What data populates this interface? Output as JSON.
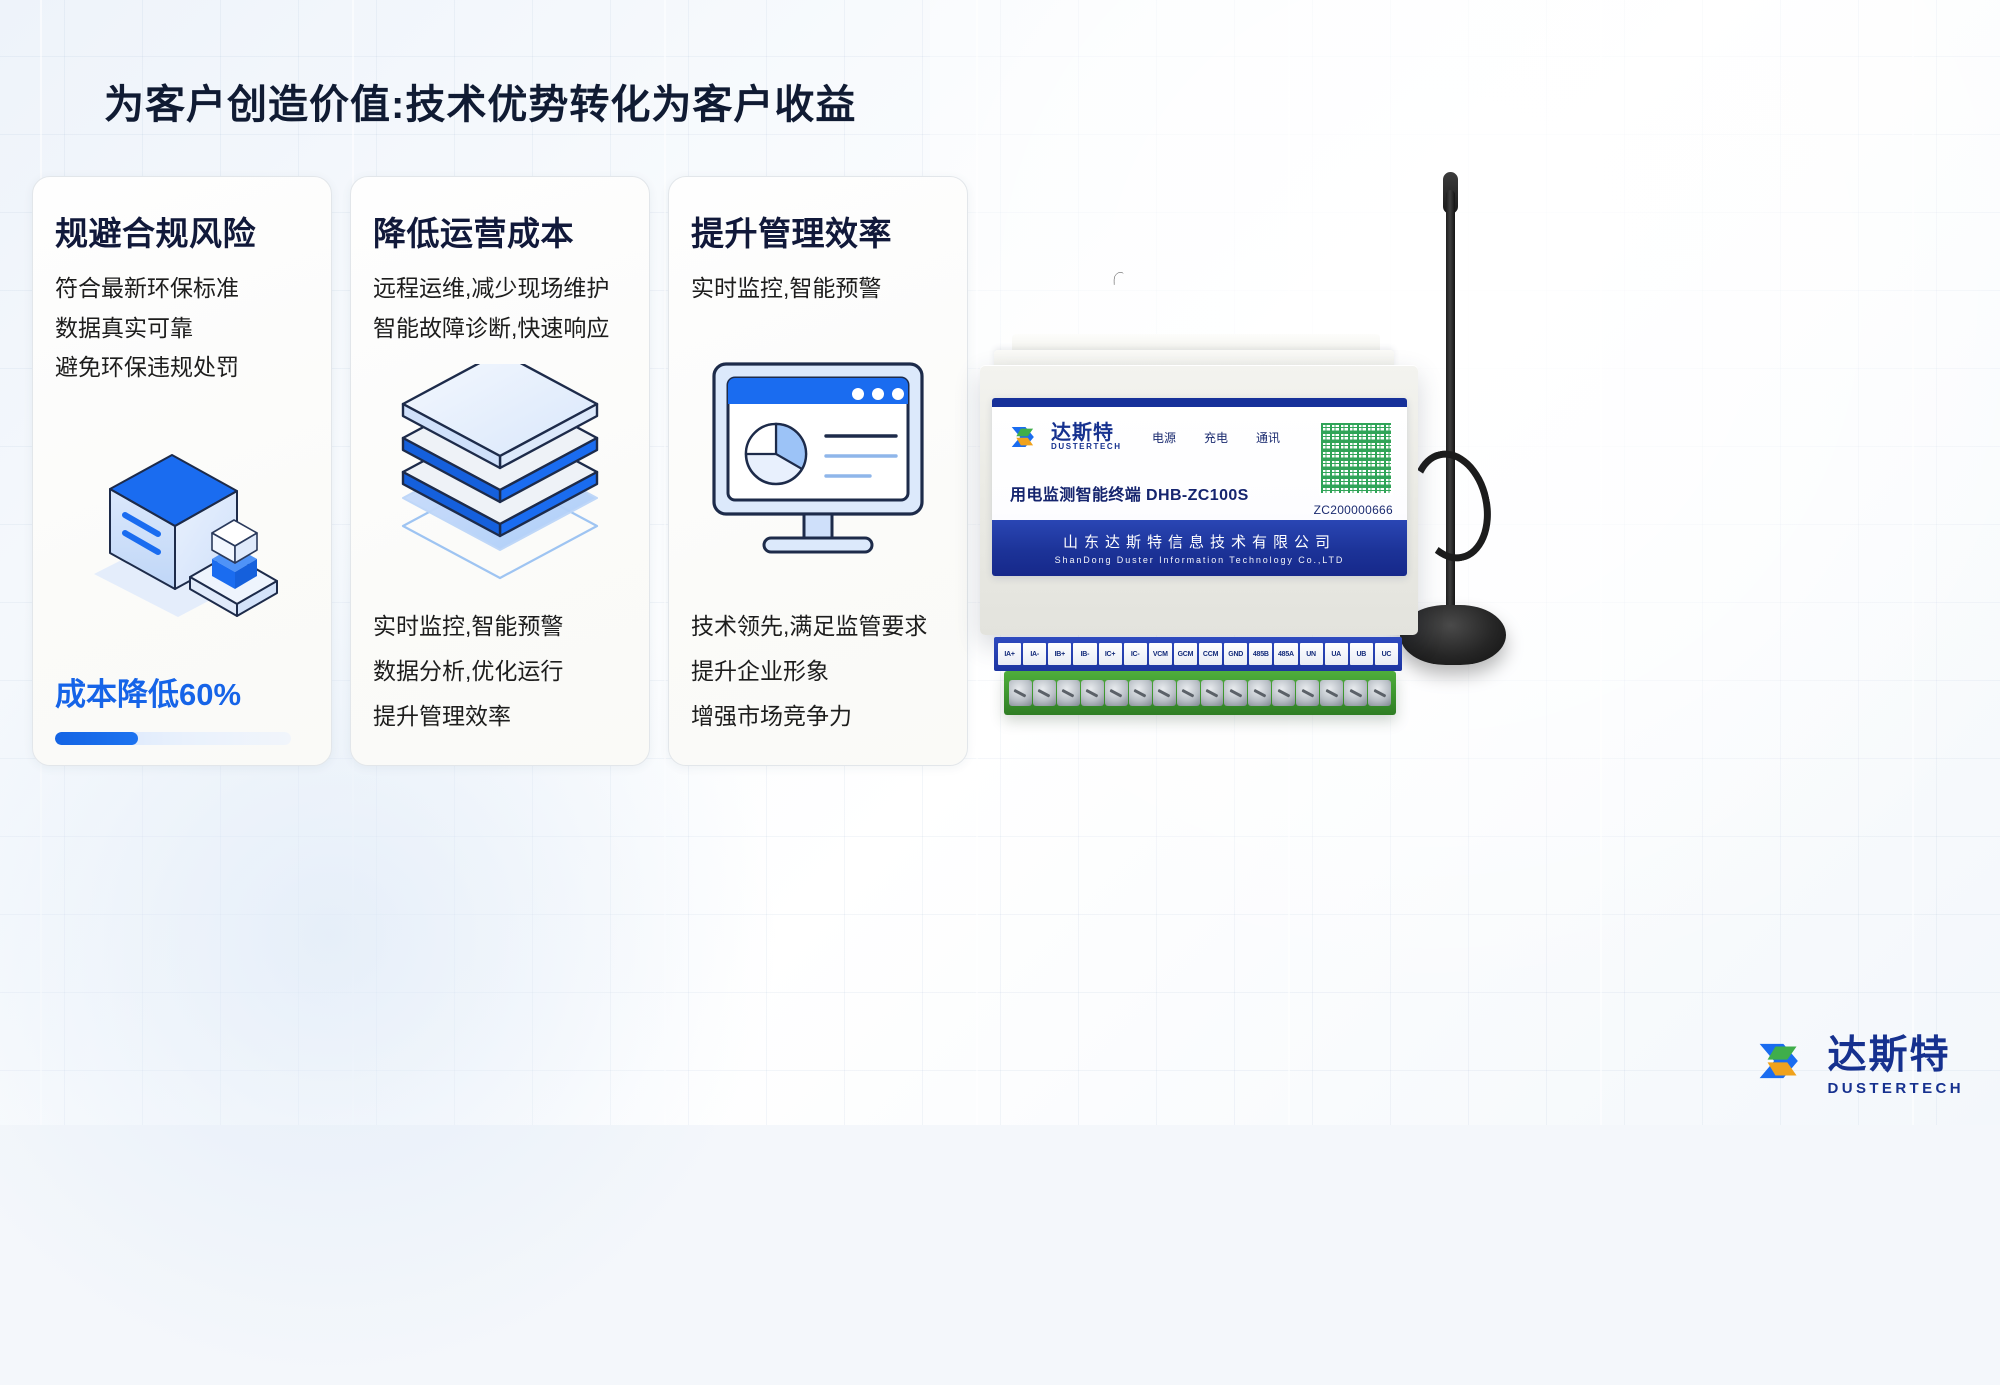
{
  "title": "为客户创造价值:技术优势转化为客户收益",
  "cards": [
    {
      "title": "规避合规风险",
      "bullets": [
        "符合最新环保标准",
        " 数据真实可靠",
        "避免环保违规处罚"
      ],
      "illustration": "server-cube-isometric-icon",
      "metric_label": "成本降低60%",
      "metric_percent": 35,
      "bullets_bottom": []
    },
    {
      "title": "降低运营成本",
      "bullets": [
        "远程运维,减少现场维护",
        "智能故障诊断,快速响应"
      ],
      "illustration": "stacked-layers-isometric-icon",
      "bullets_bottom": [
        "实时监控,智能预警",
        "数据分析,优化运行",
        "提升管理效率"
      ]
    },
    {
      "title": "提升管理效率",
      "bullets": [
        "实时监控,智能预警"
      ],
      "illustration": "monitor-dashboard-icon",
      "bullets_bottom": [
        "技术领先,满足监管要求",
        "提升企业形象",
        "增强市场竞争力"
      ]
    }
  ],
  "device": {
    "brand_cn": "达斯特",
    "brand_en": "DUSTERTECH",
    "leds": [
      "电源",
      "充电",
      "通讯"
    ],
    "model": "用电监测智能终端 DHB-ZC100S",
    "serial": "ZC200000666",
    "company_cn": "山东达斯特信息技术有限公司",
    "company_en": "ShanDong Duster Information Technology Co.,LTD",
    "terminals": [
      "IA+",
      "IA-",
      "IB+",
      "IB-",
      "IC+",
      "IC-",
      "VCM",
      "GCM",
      "CCM",
      "GND",
      "485B",
      "485A",
      "UN",
      "UA",
      "UB",
      "UC"
    ],
    "screw_count": 16
  },
  "footer_logo": {
    "cn": "达斯特",
    "en": "DUSTERTECH"
  },
  "colors": {
    "accent_blue": "#1664e8",
    "brand_navy": "#16318f",
    "title_navy": "#11193a",
    "terminal_green": "#3f9a30"
  }
}
